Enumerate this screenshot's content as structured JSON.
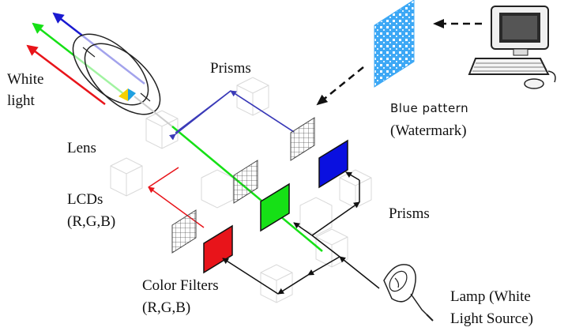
{
  "labels": {
    "white_light_1": "White",
    "white_light_2": "light",
    "lens": "Lens",
    "prisms_top": "Prisms",
    "prisms_right": "Prisms",
    "lcds_1": "LCDs",
    "lcds_2": "(R,G,B)",
    "filters_1": "Color Filters",
    "filters_2": "(R,G,B)",
    "lamp_1": "Lamp (White",
    "lamp_2": "Light Source)",
    "pattern_1": "Blue pattern",
    "pattern_2": "(Watermark)"
  },
  "colors": {
    "red": "#e8141a",
    "green": "#16e016",
    "blue": "#0a10e0",
    "blue_line": "#4050c0",
    "dark_blue_arrow": "#1a1ad0",
    "black": "#111111",
    "pattern_bg": "#3da8f5"
  },
  "icons": {
    "computer": "computer-icon",
    "lamp": "lamp-icon",
    "lens": "lens-icon"
  }
}
